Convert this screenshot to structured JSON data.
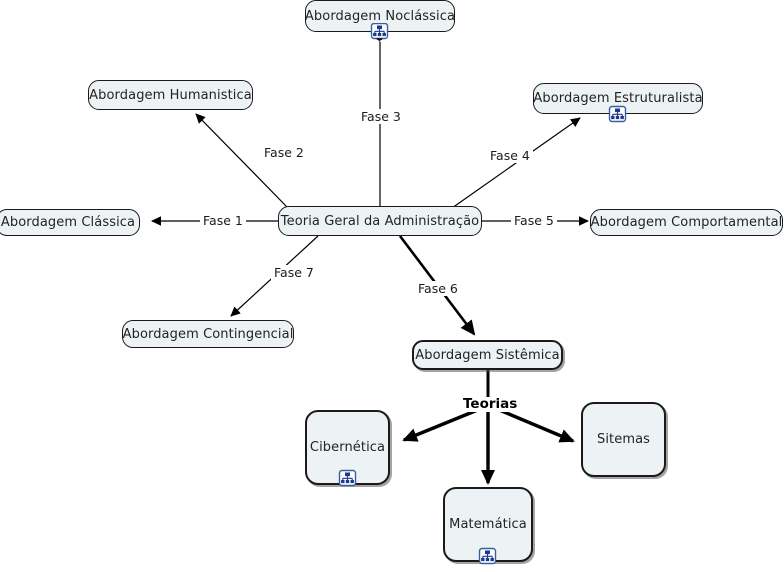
{
  "diagram": {
    "title": "Teoria Geral da Administração",
    "type": "mind-map",
    "background_color": "#ffffff",
    "node_fill": "#edf3f5",
    "node_border": "#1a1a1a",
    "icon_name": "submap-icon"
  },
  "nodes": [
    {
      "id": "central",
      "label": "Teoria Geral da Administração",
      "has_icon": false,
      "style": "normal"
    },
    {
      "id": "noclassica",
      "label": "Abordagem Noclássica",
      "has_icon": true,
      "style": "normal"
    },
    {
      "id": "humanistica",
      "label": "Abordagem Humanistica",
      "has_icon": false,
      "style": "normal"
    },
    {
      "id": "estruturalista",
      "label": "Abordagem Estruturalista",
      "has_icon": true,
      "style": "normal"
    },
    {
      "id": "classica",
      "label": "Abordagem Clássica",
      "has_icon": false,
      "style": "normal"
    },
    {
      "id": "comportamental",
      "label": "Abordagem Comportamental",
      "has_icon": false,
      "style": "normal"
    },
    {
      "id": "contingencial",
      "label": "Abordagem Contingencial",
      "has_icon": false,
      "style": "normal"
    },
    {
      "id": "sistemica",
      "label": "Abordagem Sistêmica",
      "has_icon": false,
      "style": "thick"
    },
    {
      "id": "cibernetica",
      "label": "Cibernética",
      "has_icon": true,
      "style": "thick"
    },
    {
      "id": "matematica",
      "label": "Matemática",
      "has_icon": true,
      "style": "thick"
    },
    {
      "id": "sitemas",
      "label": "Sitemas",
      "has_icon": false,
      "style": "thick"
    }
  ],
  "edges": [
    {
      "id": "e1",
      "label": "Fase 1",
      "from": "central",
      "to": "classica",
      "weight": "thin"
    },
    {
      "id": "e2",
      "label": "Fase 2",
      "from": "central",
      "to": "humanistica",
      "weight": "thin"
    },
    {
      "id": "e3",
      "label": "Fase 3",
      "from": "central",
      "to": "noclassica",
      "weight": "thin"
    },
    {
      "id": "e4",
      "label": "Fase 4",
      "from": "central",
      "to": "estruturalista",
      "weight": "thin"
    },
    {
      "id": "e5",
      "label": "Fase 5",
      "from": "central",
      "to": "comportamental",
      "weight": "thin"
    },
    {
      "id": "e6",
      "label": "Fase 6",
      "from": "central",
      "to": "sistemica",
      "weight": "bold"
    },
    {
      "id": "e7",
      "label": "Fase 7",
      "from": "central",
      "to": "contingencial",
      "weight": "thin"
    },
    {
      "id": "e8",
      "label": "Teorias",
      "from": "sistemica",
      "to": "cibernetica",
      "weight": "bold"
    },
    {
      "id": "e9",
      "label": "",
      "from": "sistemica",
      "to": "matematica",
      "weight": "bold"
    },
    {
      "id": "e10",
      "label": "",
      "from": "sistemica",
      "to": "sitemas",
      "weight": "bold"
    }
  ]
}
